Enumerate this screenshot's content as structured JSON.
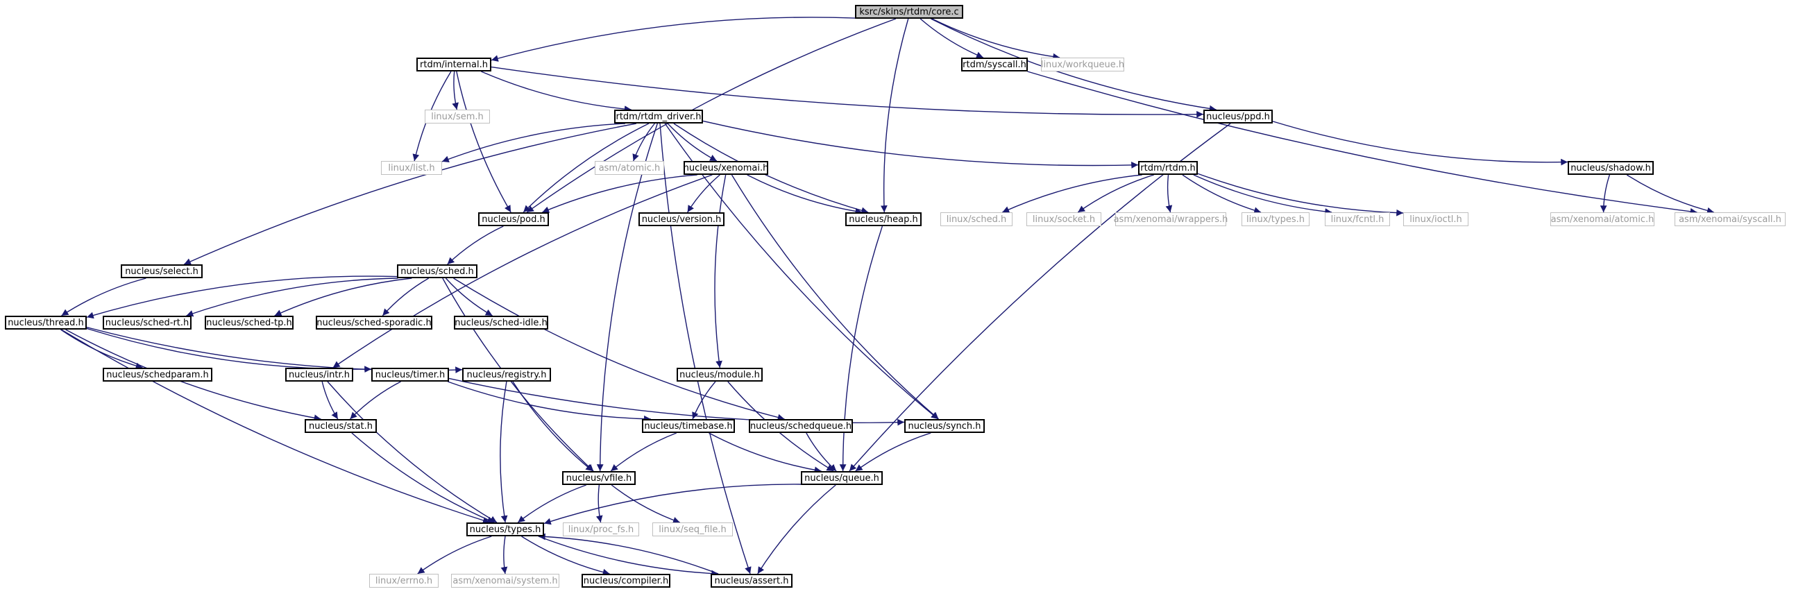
{
  "diagram": {
    "edge_color": "#191970",
    "nodes": {
      "core": "ksrc/skins/rtdm/core.c",
      "internal": "rtdm/internal.h",
      "syscall": "rtdm/syscall.h",
      "workqueue": "linux/workqueue.h",
      "sem": "linux/sem.h",
      "driver": "rtdm/rtdm_driver.h",
      "ppd": "nucleus/ppd.h",
      "list": "linux/list.h",
      "atomic": "asm/atomic.h",
      "xenomai": "nucleus/xenomai.h",
      "rtdm": "rtdm/rtdm.h",
      "shadow": "nucleus/shadow.h",
      "pod": "nucleus/pod.h",
      "version": "nucleus/version.h",
      "heap": "nucleus/heap.h",
      "lsched": "linux/sched.h",
      "socket": "linux/socket.h",
      "wrappers": "asm/xenomai/wrappers.h",
      "ltypes": "linux/types.h",
      "fcntl": "linux/fcntl.h",
      "ioctl": "linux/ioctl.h",
      "xatomic": "asm/xenomai/atomic.h",
      "xsyscall": "asm/xenomai/syscall.h",
      "select": "nucleus/select.h",
      "nsched": "nucleus/sched.h",
      "thread": "nucleus/thread.h",
      "schedrt": "nucleus/sched-rt.h",
      "schedtp": "nucleus/sched-tp.h",
      "sporadic": "nucleus/sched-sporadic.h",
      "idle": "nucleus/sched-idle.h",
      "schedparam": "nucleus/schedparam.h",
      "intr": "nucleus/intr.h",
      "timer": "nucleus/timer.h",
      "registry": "nucleus/registry.h",
      "module": "nucleus/module.h",
      "stat": "nucleus/stat.h",
      "timebase": "nucleus/timebase.h",
      "schedqueue": "nucleus/schedqueue.h",
      "synch": "nucleus/synch.h",
      "vfile": "nucleus/vfile.h",
      "queue": "nucleus/queue.h",
      "types": "nucleus/types.h",
      "procfs": "linux/proc_fs.h",
      "seqfile": "linux/seq_file.h",
      "errno": "linux/errno.h",
      "xsystem": "asm/xenomai/system.h",
      "compiler": "nucleus/compiler.h",
      "assert": "nucleus/assert.h"
    }
  }
}
